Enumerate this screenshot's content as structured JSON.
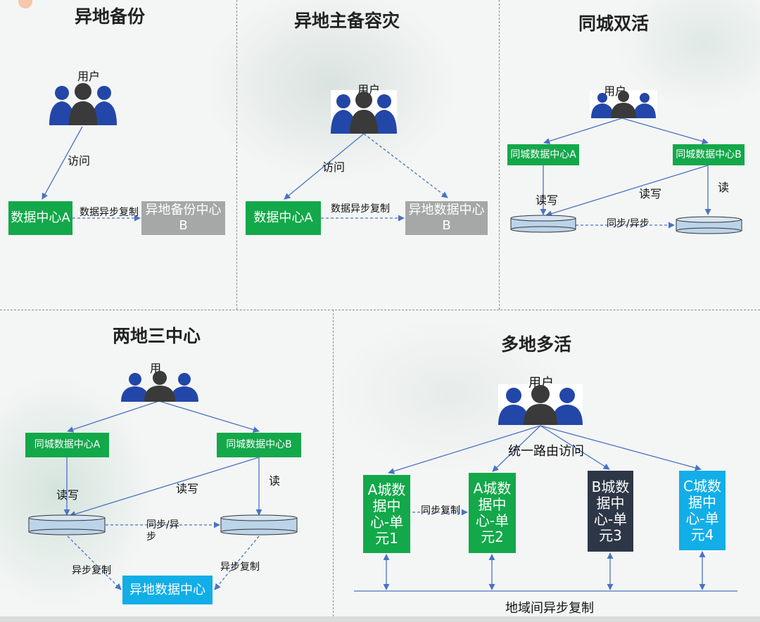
{
  "panels": {
    "remote_backup": {
      "title": "异地备份",
      "user": "用户",
      "access": "访问",
      "dc_a": "数据中心A",
      "sync": "数据异步复制",
      "dc_b": "异地备份中心B"
    },
    "active_standby": {
      "title": "异地主备容灾",
      "user": "用户",
      "access": "访问",
      "dc_a": "数据中心A",
      "sync": "数据异步复制",
      "dc_b": "异地数据中心B"
    },
    "same_city_active": {
      "title": "同城双活",
      "user": "用户",
      "dc_a": "同城数据中心A",
      "dc_b": "同城数据中心B",
      "rw_left": "读写",
      "rw_mid": "读写",
      "read": "读",
      "sync": "同步/异步"
    },
    "two_site_three_dc": {
      "title": "两地三中心",
      "user": "用",
      "dc_a": "同城数据中心A",
      "dc_b": "同城数据中心B",
      "rw_left": "读写",
      "rw_mid": "读写",
      "read": "读",
      "sync": "同步/异步",
      "async_left": "异步复制",
      "async_right": "异步复制",
      "remote_dc": "异地数据中心"
    },
    "multi_site_active": {
      "title": "多地多活",
      "user": "用户",
      "routing": "统一路由访问",
      "unit_a1": "A城数据中心-单元1",
      "unit_a2": "A城数据中心-单元2",
      "unit_b3": "B城数据中心-单元3",
      "unit_c4": "C城数据中心-单元4",
      "sync": "同步复制",
      "inter_region": "地域间异步复制"
    }
  },
  "colors": {
    "green": "#13a84a",
    "gray": "#a5a8a6",
    "blue": "#12aee8",
    "navy": "#2e3747",
    "arrow": "#4a72c4",
    "user_blue": "#2347a8",
    "user_dark": "#3a3a3a",
    "db_fill": "#bcd4ea"
  }
}
